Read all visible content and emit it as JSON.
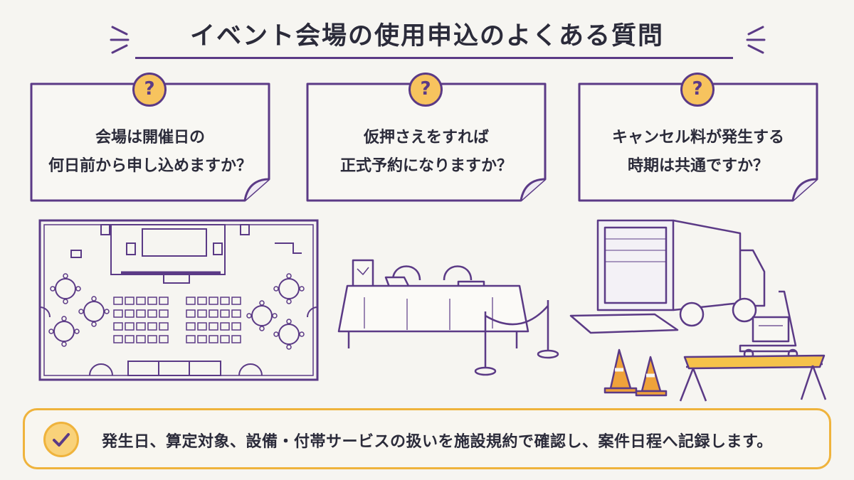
{
  "title": "イベント会場の使用申込のよくある質問",
  "questions": [
    {
      "icon": "question-icon",
      "mark": "?",
      "line1": "会場は開催日の",
      "line2": "何日前から申し込めますか？"
    },
    {
      "icon": "question-icon",
      "mark": "?",
      "line1": "仮押さえをすれば",
      "line2": "正式予約になりますか？"
    },
    {
      "icon": "question-icon",
      "mark": "?",
      "line1": "キャンセル料が発生する",
      "line2": "時期は共通ですか？"
    }
  ],
  "illustrations": [
    "floor-plan",
    "reception-table",
    "delivery-truck"
  ],
  "summary": {
    "icon": "check-icon",
    "text": "発生日、算定対象、設備・付帯サービスの扱いを施設規約で確認し、案件日程へ記録します。"
  },
  "colors": {
    "accent": "#5b3a86",
    "badge": "#f7c35e",
    "summary_border": "#efb33c",
    "background": "#f6f5f1"
  }
}
